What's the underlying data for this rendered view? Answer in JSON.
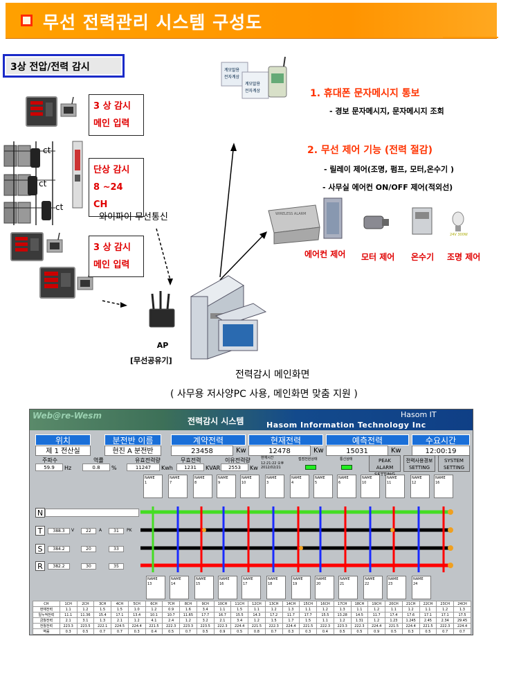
{
  "title": "무선 전력관리 시스템 구성도",
  "monitor_box": "3상 전압/전력 감시",
  "red_boxes": [
    {
      "line1": "3 상 감시",
      "line2": "메인 입력"
    },
    {
      "line1": "단상 감시",
      "line2": "8 ~24 CH"
    },
    {
      "line1": "3 상 감시",
      "line2": "메인 입력"
    }
  ],
  "ct_labels": [
    "ct",
    "ct",
    "ct"
  ],
  "wifi_label": "와이파이 무선통신",
  "sms_head": "1. 휴대폰 문자메시지 통보",
  "sms_sub": "- 경보 문자메시지, 문자메시지 조회",
  "wireless_head": "2. 무선 제어 기능 (전력 절감)",
  "wireless_sub1": "- 릴레이 제어(조명, 펌프, 모터,온수기 )",
  "wireless_sub2": "- 사무실 에어컨 ON/OFF 제어(적외선)",
  "devices": [
    "에어컨 제어",
    "모터 제어",
    "온수기",
    "조명 제어"
  ],
  "phone_texts": [
    "계모발용",
    "전자계상",
    "계모발용",
    "전자계상"
  ],
  "alarm_label": "WIRELESS ALARM",
  "lamp_label": "24V 300W",
  "ap_label": "AP",
  "ap_sub": "[무선공유기]",
  "caption1": "전력감시 메인화면",
  "caption2": "( 사무용 저사양PC 사용, 메인화면 맞춤 지원 )",
  "screen": {
    "webo": "Web@re-Wesm",
    "title": "전력감시 시스템",
    "company": "Hasom Information Technology Inc",
    "brand": "Hasom IT",
    "headers": [
      {
        "label": "위치",
        "value": "제 1 전산실",
        "unit": ""
      },
      {
        "label": "분전반 이름",
        "value": "현진 A 분전반",
        "unit": ""
      },
      {
        "label": "계약전력",
        "value": "23458",
        "unit": "Kw"
      },
      {
        "label": "현재전력",
        "value": "12478",
        "unit": "Kw"
      },
      {
        "label": "예측전력",
        "value": "15031",
        "unit": "Kw"
      },
      {
        "label": "수요시간",
        "value": "12:00:19",
        "unit": ""
      }
    ],
    "small": [
      {
        "label": "주파수",
        "value": "59.9",
        "unit": "Hz"
      },
      {
        "label": "역률",
        "value": "0.8",
        "unit": "%"
      },
      {
        "label": "유효전력량",
        "value": "11247",
        "unit": "Kwh"
      },
      {
        "label": "무효전력",
        "value": "1231",
        "unit": "KVAR"
      },
      {
        "label": "이유전력량",
        "value": "2553",
        "unit": "Kw"
      }
    ],
    "datetime_label": "현재시간",
    "datetime": "12:21:22 오후 2012/02/21",
    "status1": "접점전원상태",
    "status2": "통신상태",
    "buttons": [
      "PEAK ALARM SETTING",
      "전력사용경보 SETTING",
      "SYSTEM SETTING"
    ],
    "phases": [
      "N",
      "T",
      "S",
      "R"
    ],
    "phase_values": [
      [
        "",
        "",
        ""
      ],
      [
        "388.3",
        "22",
        "31"
      ],
      [
        "384.2",
        "20",
        "33"
      ],
      [
        "382.2",
        "30",
        "35"
      ]
    ],
    "phase_units": [
      "V",
      "A",
      "PK"
    ],
    "top_boxes": [
      "1",
      "7",
      "8",
      "9",
      "10",
      "3",
      "4",
      "5",
      "6",
      "10",
      "11",
      "12",
      "16"
    ],
    "bottom_boxes": [
      "13",
      "14",
      "15",
      "16",
      "17",
      "18",
      "19",
      "20",
      "21",
      "22",
      "23",
      "24"
    ],
    "box_label": "NAME",
    "table_header": [
      "CH",
      "1CH",
      "2CH",
      "3CH",
      "4CH",
      "5CH",
      "6CH",
      "7CH",
      "8CH",
      "9CH",
      "10CH",
      "11CH",
      "12CH",
      "13CH",
      "14CH",
      "15CH",
      "16CH",
      "17CH",
      "18CH",
      "19CH",
      "20CH",
      "21CH",
      "22CH",
      "23CH",
      "24CH"
    ],
    "table_rows": [
      [
        "현재전력",
        "1.1",
        "1.2",
        "1.5",
        "1.5",
        "1.0",
        "1.2",
        "0.9",
        "1.6",
        "3.4",
        "1.1",
        "1.5",
        "1.1",
        "1.2",
        "1.3",
        "1.1",
        "1.2",
        "1.3",
        "1.1",
        "1.2",
        "1.1",
        "1.2",
        "1.1",
        "1.2",
        "1.3"
      ],
      [
        "일누적전력",
        "11.1",
        "11.36",
        "15.4",
        "17.1",
        "13.4",
        "10.1",
        "10.7",
        "11.65",
        "17.7",
        "16.7",
        "15.5",
        "14.3",
        "17.2",
        "11.7",
        "17.7",
        "15.5",
        "13.28",
        "14.5",
        "11.7",
        "17.4",
        "17.6",
        "17.1",
        "17.1",
        "17.5"
      ],
      [
        "금월전력",
        "2.1",
        "3.1",
        "1.3",
        "2.1",
        "1.2",
        "4.1",
        "2.4",
        "1.2",
        "3.2",
        "2.1",
        "3.4",
        "1.2",
        "1.5",
        "1.7",
        "1.5",
        "1.1",
        "1.2",
        "1.31",
        "1.2",
        "1.23",
        "1.245",
        "2.45",
        "2.34",
        "29.45"
      ],
      [
        "전월전력",
        "223.3",
        "223.5",
        "222.1",
        "224.5",
        "224.4",
        "221.5",
        "222.3",
        "223.3",
        "223.5",
        "222.3",
        "224.4",
        "221.5",
        "222.3",
        "224.4",
        "221.5",
        "222.3",
        "223.3",
        "222.3",
        "224.4",
        "221.5",
        "224.4",
        "221.5",
        "222.3",
        "224.4"
      ],
      [
        "역률",
        "0.3",
        "0.5",
        "0.7",
        "0.7",
        "0.3",
        "0.4",
        "0.5",
        "0.7",
        "0.5",
        "0.9",
        "0.5",
        "0.8",
        "0.7",
        "0.3",
        "0.3",
        "0.4",
        "0.5",
        "0.5",
        "0.9",
        "0.5",
        "0.3",
        "0.5",
        "0.7",
        "0.7"
      ]
    ]
  },
  "colors": {
    "title_bg": "#ff9900",
    "monitor_border": "#1a2ac8",
    "red_text": "#e00000",
    "head_red": "#ff3300"
  }
}
